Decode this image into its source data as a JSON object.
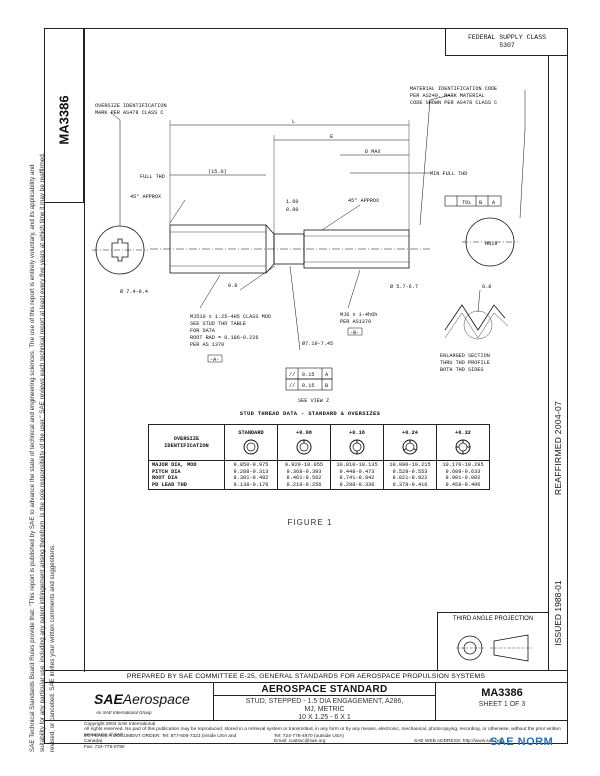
{
  "doc_number": "MA3386",
  "side_note": "SAE Technical Standards Board Rules provide that: \"This report is published by SAE to advance the state of technical and engineering sciences. The use of this report is entirely voluntary, and its applicability and suitability for any particular use, including any patent infringement arising therefrom, is the sole responsibility of the user.\" SAE reviews each technical report at least every five years at which time it may be reaffirmed, revised, or cancelled. SAE invites your written comments and suggestions.",
  "fsc": {
    "line1": "FEDERAL SUPPLY CLASS",
    "line2": "5307"
  },
  "reaffirmed": "REAFFIRMED 2004-07",
  "issued": "ISSUED 1988-01",
  "drawing_labels": {
    "oversize_id": "OVERSIZE IDENTIFICATION",
    "oversize_mark": "MARK PER AS478 CLASS C",
    "mat_id_1": "MATERIAL IDENTIFICATION CODE",
    "mat_id_2": "PER AS249. MARK MATERIAL",
    "mat_id_3": "CODE SHOWN PER AS478 CLASS C",
    "L": "L",
    "E": "E",
    "D_max": "D MAX",
    "full_thd": "FULL THD",
    "dim_15": "(15.0)",
    "min_full_thd": "MIN FULL THD",
    "chamfer_left": "45° APPROX",
    "chamfer_right": "45° APPROX",
    "dim_160": "1.60",
    "dim_080": "0.80",
    "tol": "TOL",
    "tol_B": "B",
    "tol_A": "A",
    "dia_left": "Ø 7.4-8.4",
    "dia_right": "Ø 5.7-6.7",
    "r08": "0.8",
    "thread_1": "MJ510 x 1.25-4H5 CLASS MOD",
    "thread_2": "SEE STUD THD TABLE",
    "thread_3": "FOR DATA",
    "thread_4": "ROOT RAD = 0.186-0.226",
    "thread_5": "PER AS 1370",
    "thread_box": "-A-",
    "mj_right_1": "MJ6 x 1-4h6h",
    "mj_right_2": "PER AS1370",
    "mj_right_box": "-B-",
    "dia_mid": "Ø7.19-7.45",
    "fc1_val": "0.15",
    "fc1_ref": "A",
    "fc2_val": "0.15",
    "fc2_ref": "B",
    "view_z": "SEE VIEW Z",
    "mark": "HN19",
    "r_small": "0.8",
    "enlarged_1": "ENLARGED SECTION",
    "enlarged_2": "THRU THD PROFILE",
    "enlarged_3": "BOTH THD SIDES"
  },
  "table": {
    "title": "STUD THREAD DATA - STANDARD & OVERSIZES",
    "header_label": "OVERSIZE IDENTIFICATION",
    "columns": [
      {
        "label": "STANDARD",
        "symbol": "circle"
      },
      {
        "label": "+0.08",
        "symbol": "circle-dot"
      },
      {
        "label": "+0.16",
        "symbol": "circle-2"
      },
      {
        "label": "+0.24",
        "symbol": "circle-3"
      },
      {
        "label": "+0.32",
        "symbol": "circle-4"
      }
    ],
    "row_labels": [
      "MAJOR DIA, MOD",
      "PITCH DIA",
      "ROOT DIA",
      "PD LEAD THD"
    ],
    "values": [
      [
        "9.850-9.975",
        "9.288-9.313",
        "8.381-8.482",
        "9.138-9.176"
      ],
      [
        "9.929-10.055",
        "9.368-9.393",
        "8.461-8.562",
        "9.218-9.256"
      ],
      [
        "10.010-10.135",
        "9.448-9.473",
        "8.741-8.842",
        "9.298-9.336"
      ],
      [
        "10.090-10.215",
        "9.528-9.553",
        "8.821-8.922",
        "9.378-9.416"
      ],
      [
        "10.170-10.295",
        "9.608-9.633",
        "8.901-9.002",
        "9.458-9.496"
      ]
    ]
  },
  "figure_label": "FIGURE 1",
  "third_angle": "THIRD ANGLE PROJECTION",
  "prepared_by": "PREPARED BY SAE COMMITTEE E-25, GENERAL STANDARDS FOR AEROSPACE PROPULSION SYSTEMS",
  "logo": {
    "sae": "SAE",
    "aero": "Aerospace",
    "sub": "An SAE International Group"
  },
  "standard": {
    "heading": "AEROSPACE STANDARD",
    "line1": "STUD, STEPPED - 1.5 DIA ENGAGEMENT, A286,",
    "line2": "MJ, METRIC",
    "line3": "10 X 1.25 - 6 X 1"
  },
  "number": {
    "code": "MA3386",
    "sheet": "SHEET 1 OF 3"
  },
  "footer": {
    "copyright": "Copyright 2004 SAE International",
    "rights": "All rights reserved. No part of this publication may be reproduced, stored in a retrieval system or transmitted, in any form or by any means, electronic, mechanical, photocopying, recording, or otherwise, without the prior written permission of SAE.",
    "order_1": "TO PLACE A DOCUMENT ORDER:   Tel: 877-606-7323 (inside USA and Canada)",
    "order_2": "Fax: 724-776-0790",
    "tel_out": "Tel: 724-776-4970 (outside USA)",
    "email": "Email: custsvc@sae.org",
    "web": "SAE WEB ADDRESS: http://www.sae.org"
  },
  "watermark": "SAE NORM"
}
